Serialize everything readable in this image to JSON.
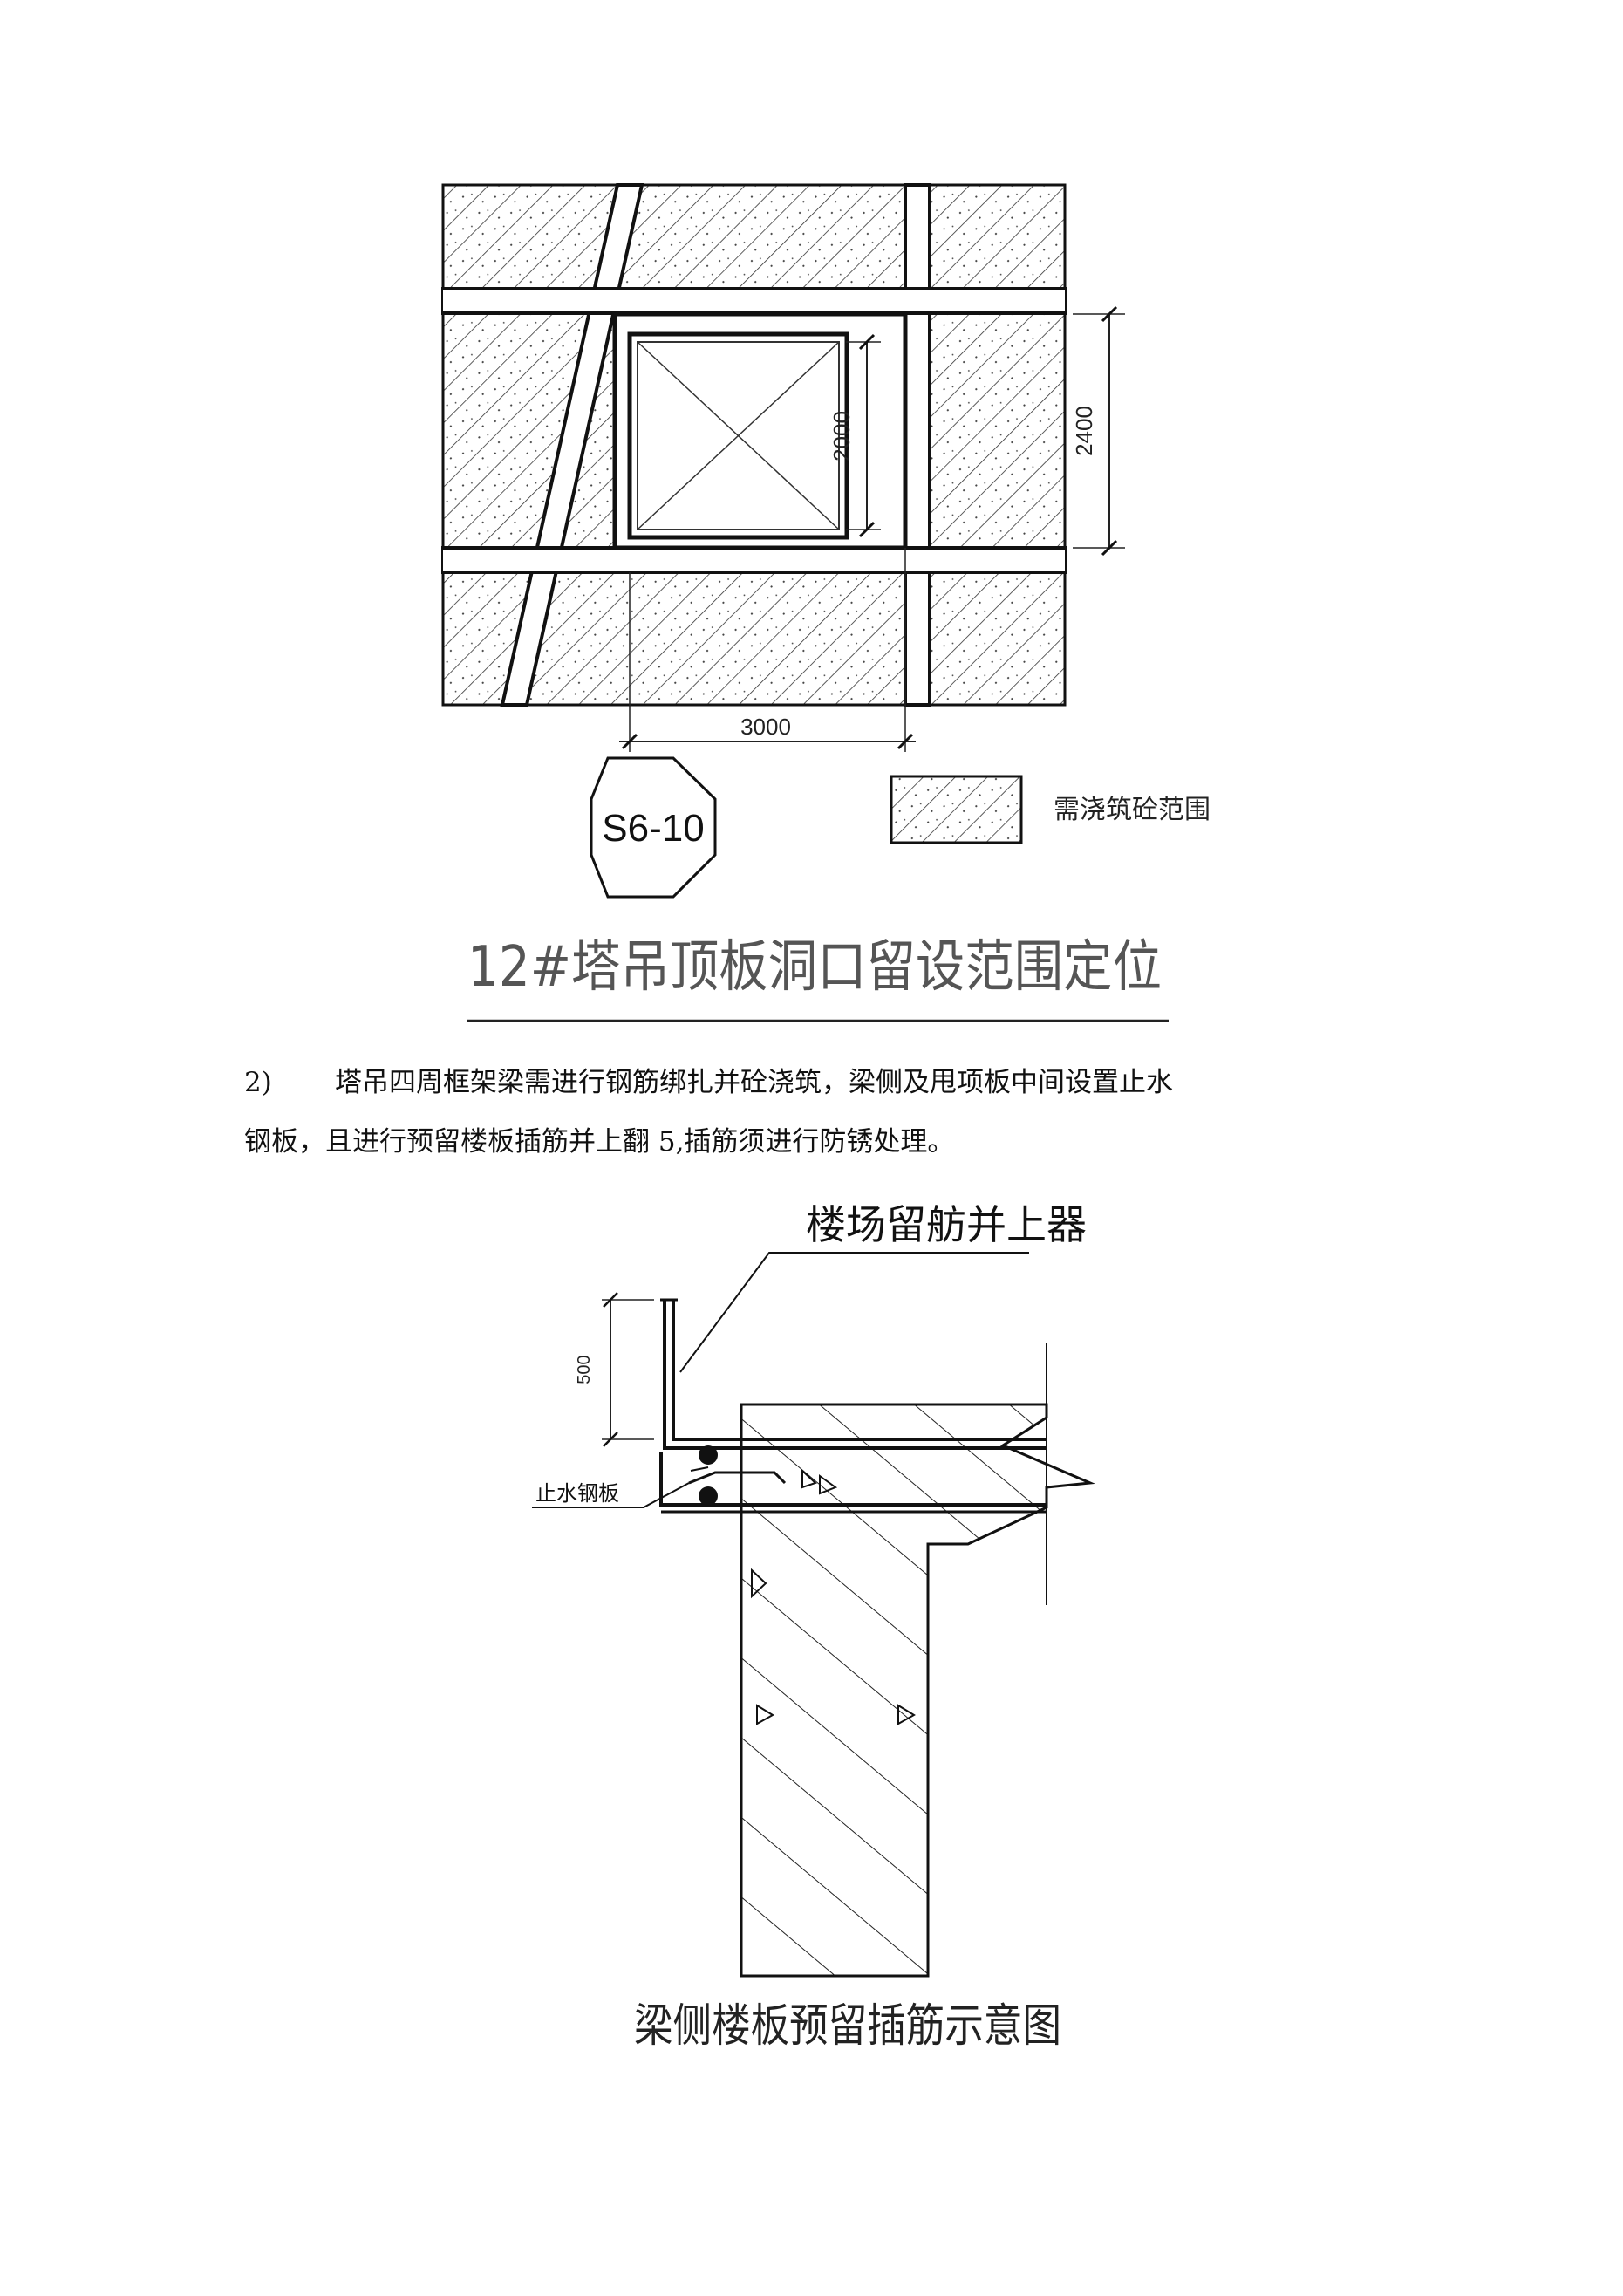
{
  "figure1": {
    "dim_opening": "2000",
    "dim_overall": "2400",
    "dim_width": "3000",
    "drawing_tag": "S6-10",
    "legend_label": "需浇筑砼范围",
    "caption": "12#塔吊顶板洞口留设范围定位"
  },
  "paragraph": {
    "item_number": "2)",
    "line1": "塔吊四周框架梁需进行钢筋绑扎并砼浇筑，梁侧及甩项板中间设置止水",
    "line2": "钢板，且进行预留楼板插筋并上翻 5,插筋须进行防锈处理。"
  },
  "figure2": {
    "callout": "楼场留舫并上器",
    "dim_height": "500",
    "label_waterstop": "止水钢板",
    "caption": "梁侧楼板预留插筋示意图"
  }
}
